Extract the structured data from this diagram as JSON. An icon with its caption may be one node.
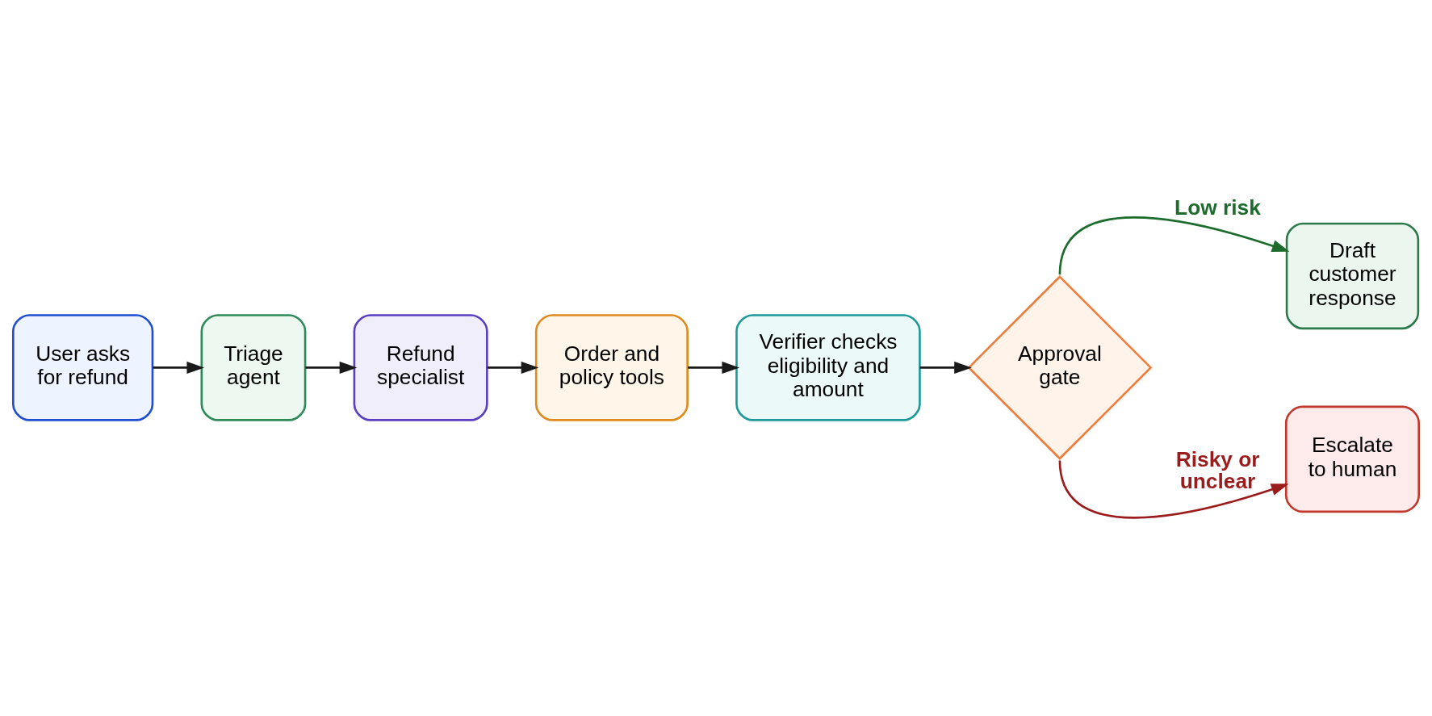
{
  "diagram": {
    "nodes": [
      {
        "text": [
          "User asks for refund"
        ]
      },
      {
        "text": [
          "Triage agent"
        ]
      },
      {
        "text": [
          "Refund specialist"
        ]
      },
      {
        "text": [
          "Order and policy tools"
        ]
      },
      {
        "text": [
          "Verifier checks eligibility and amount"
        ]
      },
      {
        "text": [
          "Approval gate"
        ]
      },
      {
        "text": [
          "Draft customer response"
        ]
      },
      {
        "text": [
          "Escalate to human"
        ]
      }
    ],
    "edges": [
      {
        "from": 0,
        "to": 1,
        "arrow": "to"
      },
      {
        "from": 1,
        "to": 2,
        "arrow": "to"
      },
      {
        "from": 2,
        "to": 3,
        "arrow": "to"
      },
      {
        "from": 3,
        "to": 4,
        "arrow": "to"
      },
      {
        "from": 4,
        "to": 5,
        "arrow": "to"
      },
      {
        "from": 5,
        "to": 6,
        "arrow": "to",
        "label": "Low risk",
        "color": "#1e6b2e"
      },
      {
        "from": 5,
        "to": 7,
        "arrow": "to",
        "label": "Risky or unclear",
        "color": "#9b1c1c"
      }
    ]
  }
}
